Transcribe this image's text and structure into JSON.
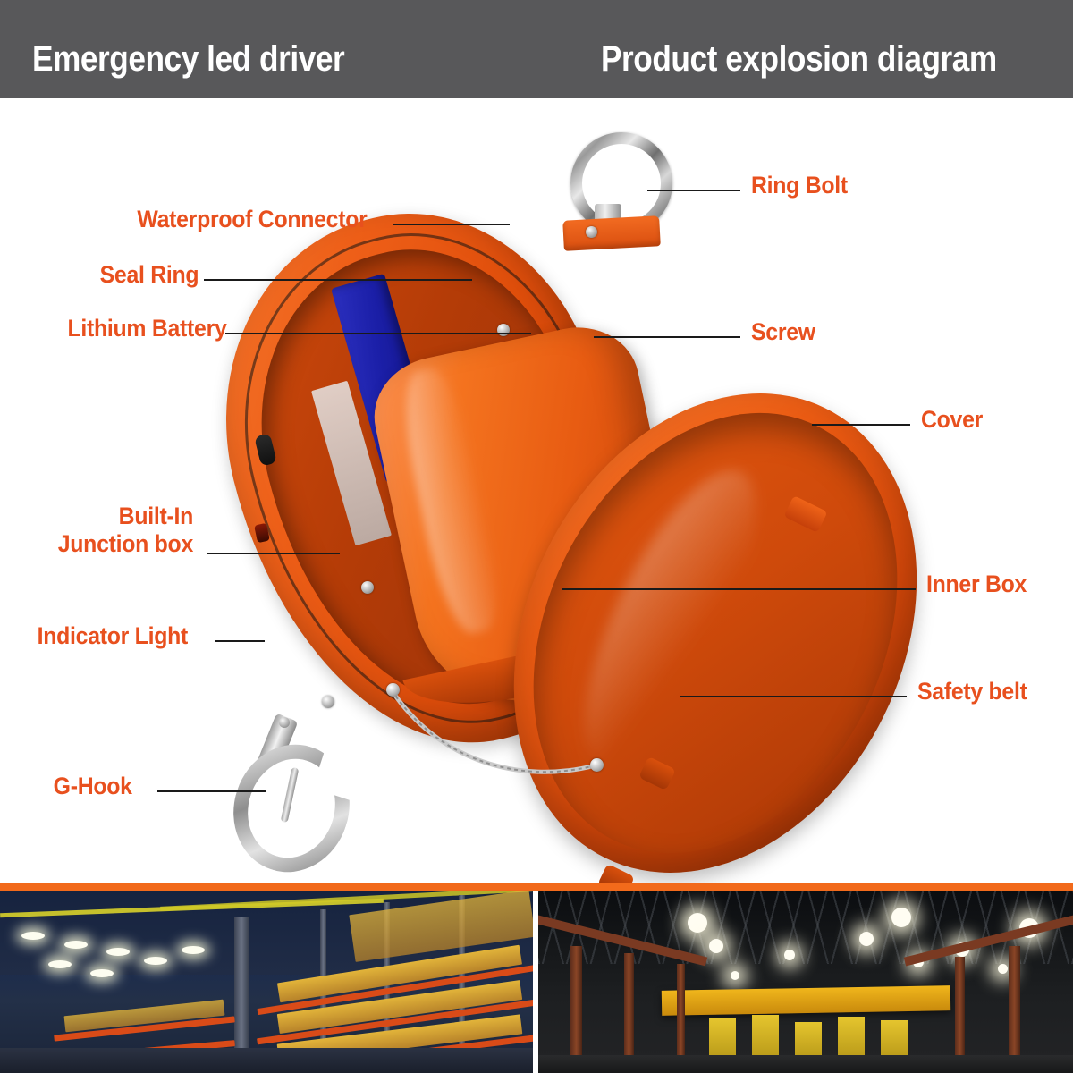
{
  "header": {
    "title_left": "Emergency led driver",
    "title_right": "Product explosion diagram",
    "background_color": "#58585a",
    "text_color": "#ffffff"
  },
  "theme": {
    "label_color": "#e8501e",
    "leader_line_color": "#1a1a1a",
    "accent_orange": "#f26a1b",
    "product_body_color": "#ee5f18",
    "battery_color": "#1b1fa8",
    "page_background": "#ffffff"
  },
  "diagram": {
    "title": "Product explosion diagram",
    "labels_left": [
      {
        "id": "waterproof-connector",
        "text": "Waterproof Connector"
      },
      {
        "id": "seal-ring",
        "text": "Seal  Ring"
      },
      {
        "id": "lithium-battery",
        "text": "Lithium Battery"
      },
      {
        "id": "built-in-junction-box",
        "text": "Built-In\nJunction box",
        "line1": "Built-In",
        "line2": "Junction box"
      },
      {
        "id": "indicator-light",
        "text": "Indicator Light"
      },
      {
        "id": "g-hook",
        "text": "G-Hook"
      }
    ],
    "labels_right": [
      {
        "id": "ring-bolt",
        "text": "Ring Bolt"
      },
      {
        "id": "screw",
        "text": "Screw"
      },
      {
        "id": "cover",
        "text": "Cover"
      },
      {
        "id": "inner-box",
        "text": "Inner Box"
      },
      {
        "id": "safety-belt",
        "text": "Safety belt"
      }
    ],
    "parts": [
      "Ring Bolt",
      "Waterproof Connector",
      "Seal Ring",
      "Lithium Battery",
      "Screw",
      "Cover",
      "Built-In Junction box",
      "Inner Box",
      "Indicator Light",
      "Safety belt",
      "G-Hook"
    ]
  },
  "photo_strip": {
    "left_photo_caption": "Warehouse aisle with racking and stored goods",
    "right_photo_caption": "Industrial warehouse interior with high-bay lighting and overhead crane",
    "divider_color": "#f26a1b"
  }
}
